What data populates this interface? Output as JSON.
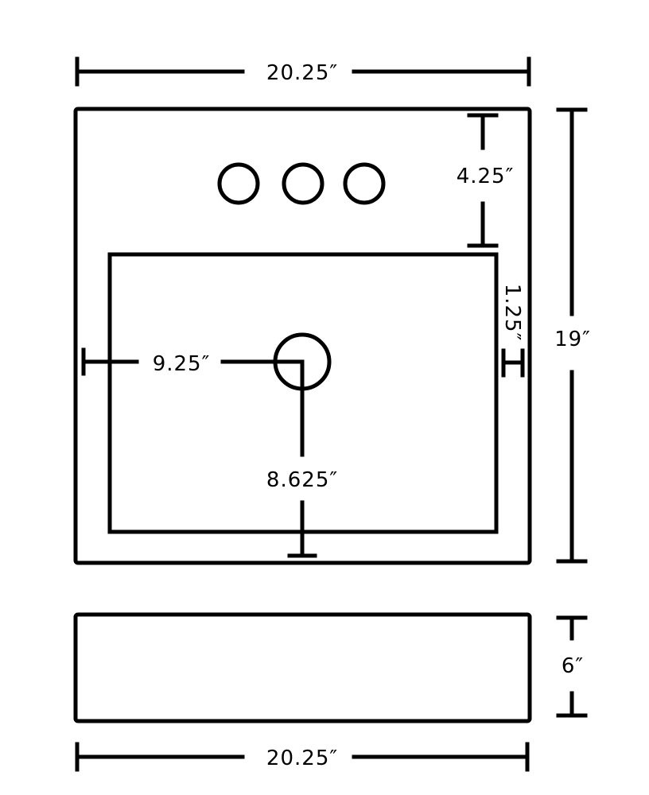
{
  "dimensions": {
    "top_width": "20.25″",
    "depth": "19″",
    "faucet_offset": "4.25″",
    "rim_side": "1.25″",
    "drain_from_side": "9.25″",
    "drain_from_front": "8.625″",
    "height": "6″",
    "bottom_width": "20.25″"
  },
  "faucet_holes": 3
}
